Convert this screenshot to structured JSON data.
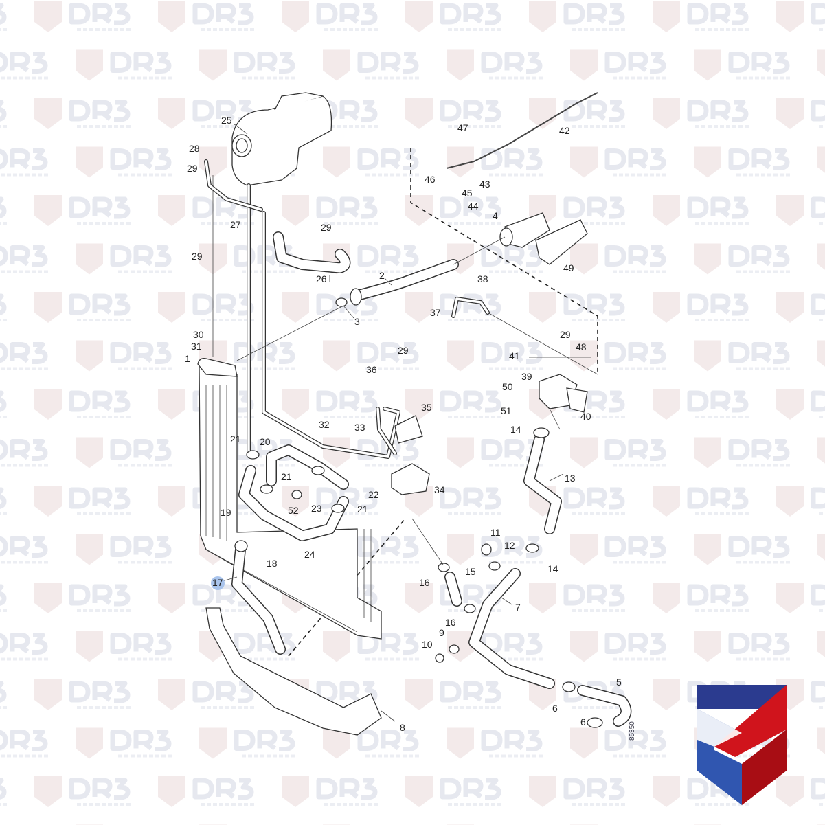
{
  "watermark": {
    "brand": "DR3",
    "tagline": "AUTOPEÇAS"
  },
  "logo": {
    "colors": {
      "blue": "#2b3b8f",
      "red": "#d0141c",
      "dark_red": "#a80d14",
      "light_blue": "#3056b0"
    }
  },
  "drawing_code": "85350",
  "highlighted_callout": "17",
  "highlight_color": "#a9c4ec",
  "callouts": [
    "25",
    "28",
    "29",
    "27",
    "29",
    "26",
    "29",
    "47",
    "42",
    "46",
    "45",
    "43",
    "44",
    "4",
    "49",
    "2",
    "38",
    "3",
    "37",
    "30",
    "31",
    "1",
    "29",
    "48",
    "41",
    "29",
    "36",
    "39",
    "50",
    "51",
    "40",
    "35",
    "14",
    "32",
    "33",
    "21",
    "20",
    "21",
    "13",
    "34",
    "22",
    "52",
    "23",
    "21",
    "19",
    "11",
    "12",
    "14",
    "18",
    "24",
    "15",
    "16",
    "17",
    "7",
    "16",
    "9",
    "10",
    "5",
    "6",
    "6",
    "8"
  ]
}
